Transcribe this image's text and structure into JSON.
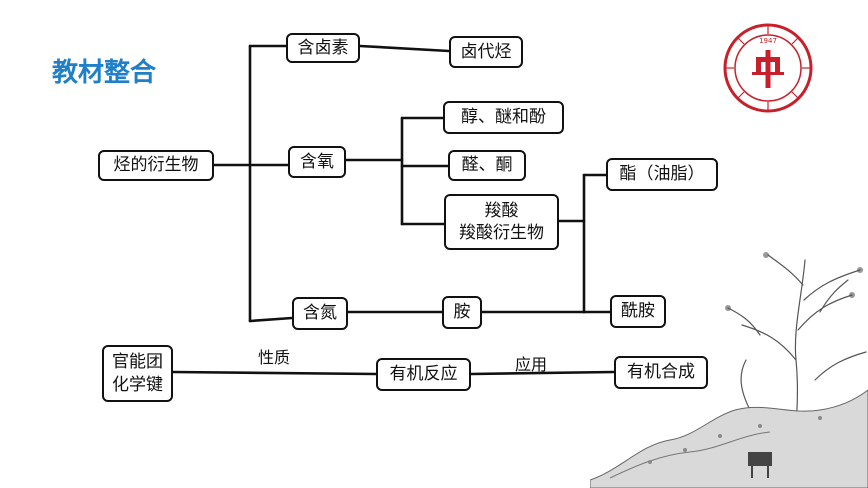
{
  "slide": {
    "title": "教材整合",
    "colors": {
      "title": "#1f7fc9",
      "logo": "#c8202a",
      "ink": "#111111"
    }
  },
  "nodes": {
    "root": "烃的衍生物",
    "halogen": "含卤素",
    "haloalkane": "卤代烃",
    "oxygen": "含氧",
    "alcohol": "醇、醚和酚",
    "aldehyde": "醛、酮",
    "acid_line1": "羧酸",
    "acid_line2": "羧酸衍生物",
    "ester": "酯（油脂）",
    "nitrogen": "含氮",
    "amine": "胺",
    "amide": "酰胺",
    "functional_line1": "官能团",
    "functional_line2": "化学键",
    "reaction": "有机反应",
    "synthesis": "有机合成"
  },
  "edge_labels": {
    "property": "性质",
    "application": "应用"
  },
  "logo": {
    "year": "1947",
    "icon": "school-emblem-icon"
  },
  "decor": {
    "icon": "ink-landscape-icon"
  }
}
